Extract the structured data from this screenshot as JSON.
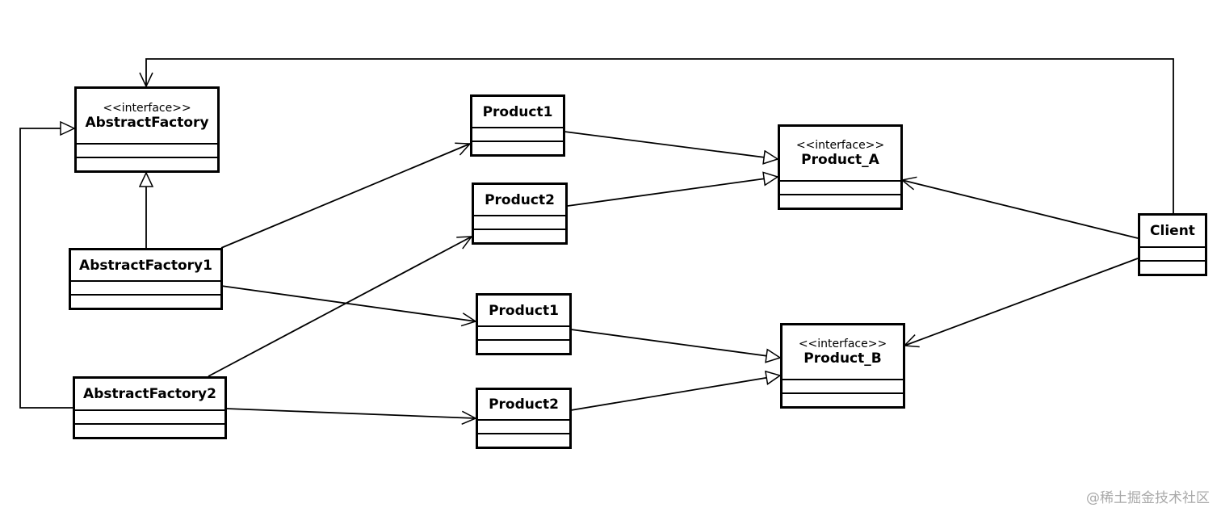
{
  "classes": {
    "abstract_factory": {
      "stereotype": "<<interface>>",
      "name": "AbstractFactory"
    },
    "abstract_factory_1": {
      "name": "AbstractFactory1"
    },
    "abstract_factory_2": {
      "name": "AbstractFactory2"
    },
    "product1_a": {
      "name": "Product1"
    },
    "product2_a": {
      "name": "Product2"
    },
    "product1_b": {
      "name": "Product1"
    },
    "product2_b": {
      "name": "Product2"
    },
    "product_a": {
      "stereotype": "<<interface>>",
      "name": "Product_A"
    },
    "product_b": {
      "stereotype": "<<interface>>",
      "name": "Product_B"
    },
    "client": {
      "name": "Client"
    }
  },
  "watermark": "@稀土掘金技术社区"
}
